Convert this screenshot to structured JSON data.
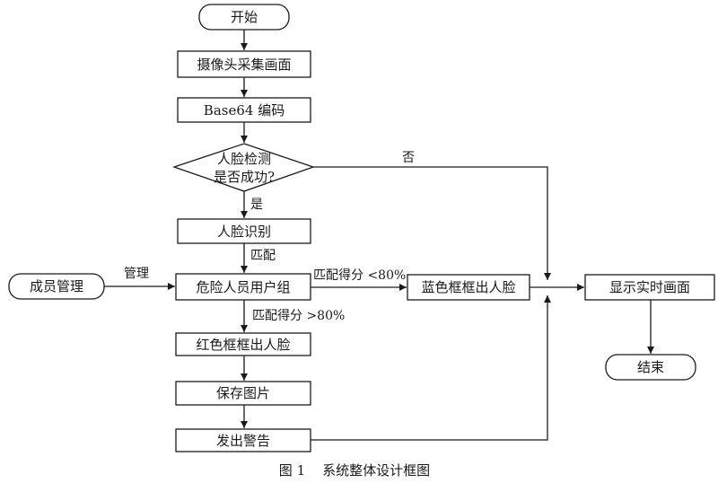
{
  "diagram": {
    "nodes": {
      "start": "开始",
      "capture": "摄像头采集画面",
      "encode": "Base64 编码",
      "detect_line1": "人脸检测",
      "detect_line2": "是否成功?",
      "recognize": "人脸识别",
      "member": "成员管理",
      "group": "危险人员用户组",
      "blue": "蓝色框框出人脸",
      "display": "显示实时画面",
      "end": "结束",
      "red": "红色框框出人脸",
      "save": "保存图片",
      "alarm": "发出警告"
    },
    "edges": {
      "no": "否",
      "yes": "是",
      "match": "匹配",
      "manage": "管理",
      "low_score": "匹配得分 <80%",
      "high_score": "匹配得分 >80%"
    }
  },
  "caption": "图 1    系统整体设计框图"
}
